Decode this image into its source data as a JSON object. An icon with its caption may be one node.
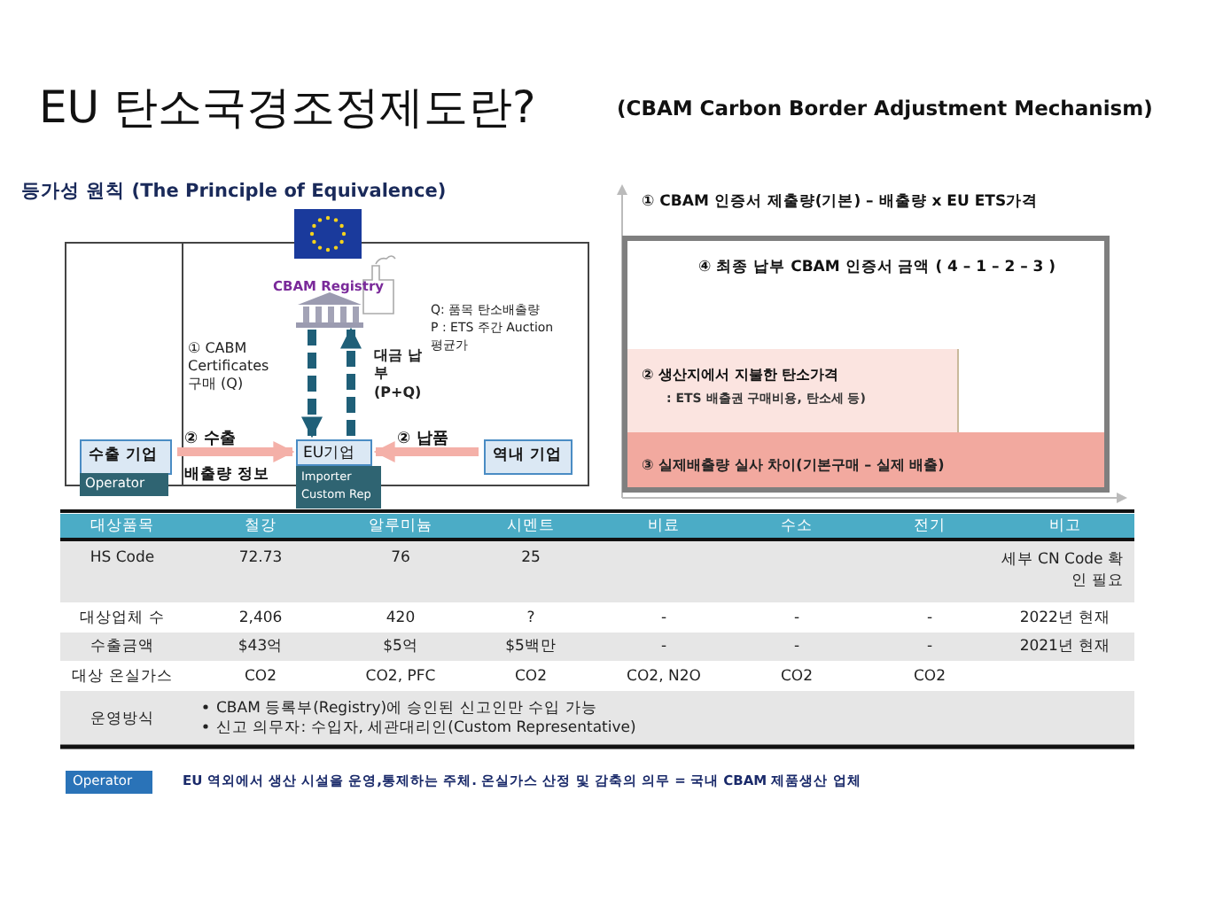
{
  "diagram": {
    "title": "EU 탄소국경조정제도란?",
    "nodes": [
      {
        "text": [
          "CBAM Registry"
        ]
      },
      {
        "text": [
          "수출 기업"
        ]
      },
      {
        "text": [
          "Operator"
        ]
      },
      {
        "text": [
          "EU기업"
        ]
      },
      {
        "text": [
          "Importer Custom Rep"
        ]
      },
      {
        "text": [
          "역내 기업"
        ]
      },
      {
        "text": [
          "④ 최종 납부 CBAM 인증서 금액 ( 4 – 1 – 2 – 3 )"
        ]
      },
      {
        "text": [
          "② 생산지에서 지불한 탄소가격",
          ": ETS 배출권 구매비용, 탄소세 등)"
        ],
        "in": 6
      },
      {
        "text": [
          "③ 실제배출량 실사 차이(기본구매 – 실제 배출)"
        ],
        "in": 6
      },
      {
        "text": [
          "Operator"
        ],
        "beside": [
          "EU 역외에서 생산 시설을 운영,통제하는 주체. 온실가스 산정 및 감축의 의무 = 국내 CBAM 제품생산 업체"
        ]
      }
    ],
    "edges": [
      {
        "from": 1,
        "to": 3,
        "arrow": "to",
        "color": "#f4b0a8"
      },
      {
        "from": 5,
        "to": 3,
        "arrow": "to",
        "color": "#f4b0a8"
      },
      {
        "from": 0,
        "to": 3,
        "arrow": "to",
        "style": "dashed",
        "color": "#1f5f78"
      },
      {
        "from": 3,
        "to": 0,
        "arrow": "to",
        "style": "dashed",
        "color": "#1f5f78"
      }
    ],
    "labels": [
      "(CBAM Carbon Border Adjustment Mechanism)",
      "등가성 원칙 (The Principle of Equivalence)",
      "① CABM Certificates 구매 (Q)",
      "대금 납부 (P+Q)",
      "Q: 품목 탄소배출량",
      "P : ETS 주간 Auction 평균가",
      "② 수출",
      "배출량 정보",
      "② 납품",
      "① CBAM 인증서 제출량(기본) – 배출량 x EU ETS가격",
      "대상품목",
      "철강",
      "알루미늄",
      "시멘트",
      "비료",
      "수소",
      "전기",
      "비고",
      "HS Code",
      "72.73",
      "76",
      "25",
      "세부 CN Code 확인 필요",
      "대상업체 수",
      "2,406",
      "420",
      "?",
      "-",
      "-",
      "-",
      "2022년 현재",
      "수출금액",
      "$43억",
      "$5억",
      "$5백만",
      "-",
      "-",
      "-",
      "2021년 현재",
      "대상 온실가스",
      "CO2",
      "CO2, PFC",
      "CO2",
      "CO2, N2O",
      "CO2",
      "CO2",
      "운영방식",
      "CBAM 등록부(Registry)에 승인된 신고인만 수입 가능",
      "신고 의무자: 수입자, 세관대리인(Custom Representative)"
    ]
  }
}
